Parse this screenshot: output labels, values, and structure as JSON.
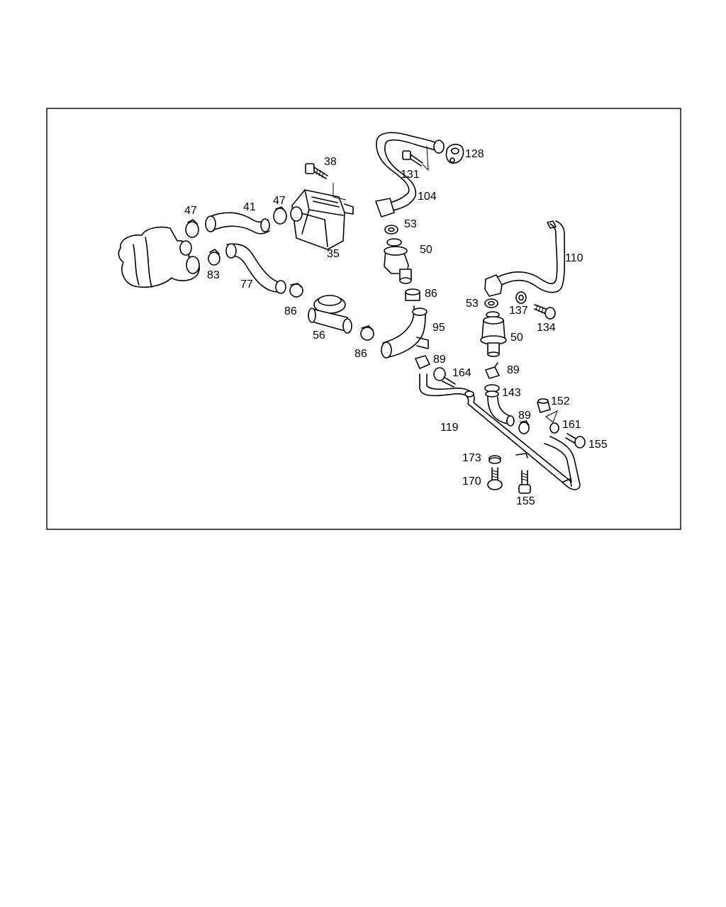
{
  "diagram": {
    "border_color": "#000000",
    "background": "#ffffff",
    "labels": [
      {
        "id": "l38",
        "text": "38"
      },
      {
        "id": "l128",
        "text": "128"
      },
      {
        "id": "l131",
        "text": "131"
      },
      {
        "id": "l104",
        "text": "104"
      },
      {
        "id": "l47a",
        "text": "47"
      },
      {
        "id": "l41",
        "text": "41"
      },
      {
        "id": "l47b",
        "text": "47"
      },
      {
        "id": "l53a",
        "text": "53"
      },
      {
        "id": "l35",
        "text": "35"
      },
      {
        "id": "l50a",
        "text": "50"
      },
      {
        "id": "l110",
        "text": "110"
      },
      {
        "id": "l83",
        "text": "83"
      },
      {
        "id": "l77",
        "text": "77"
      },
      {
        "id": "l86a",
        "text": "86"
      },
      {
        "id": "l86b",
        "text": "86"
      },
      {
        "id": "l53b",
        "text": "53"
      },
      {
        "id": "l137",
        "text": "137"
      },
      {
        "id": "l134",
        "text": "134"
      },
      {
        "id": "l95",
        "text": "95"
      },
      {
        "id": "l56",
        "text": "56"
      },
      {
        "id": "l50b",
        "text": "50"
      },
      {
        "id": "l86c",
        "text": "86"
      },
      {
        "id": "l89a",
        "text": "89"
      },
      {
        "id": "l164",
        "text": "164"
      },
      {
        "id": "l89b",
        "text": "89"
      },
      {
        "id": "l143",
        "text": "143"
      },
      {
        "id": "l152",
        "text": "152"
      },
      {
        "id": "l89c",
        "text": "89"
      },
      {
        "id": "l119",
        "text": "119"
      },
      {
        "id": "l161",
        "text": "161"
      },
      {
        "id": "l155a",
        "text": "155"
      },
      {
        "id": "l173",
        "text": "173"
      },
      {
        "id": "l170",
        "text": "170"
      },
      {
        "id": "l155b",
        "text": "155"
      }
    ]
  }
}
